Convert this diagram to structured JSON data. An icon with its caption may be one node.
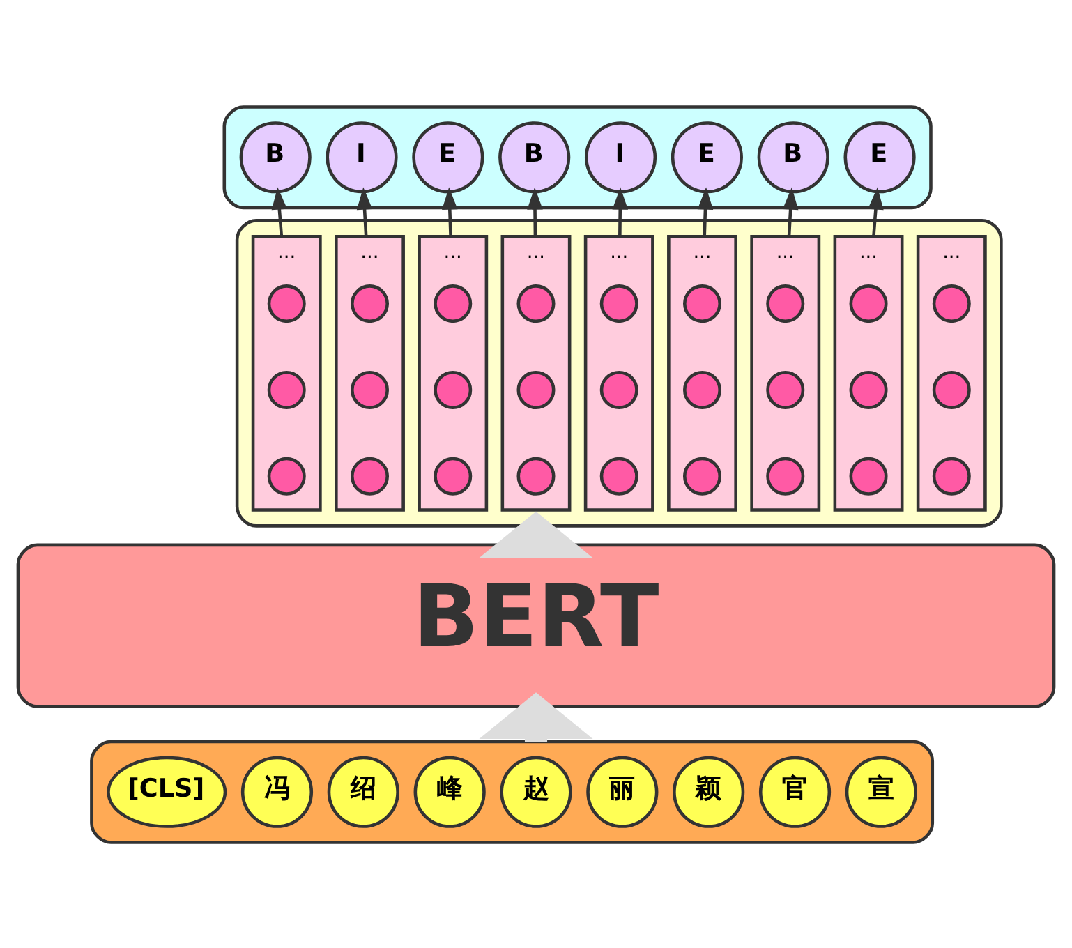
{
  "diagram": {
    "nodes": [
      {
        "text": [],
        "shape": "box"
      },
      {
        "text": [
          "B"
        ],
        "in": 0
      },
      {
        "text": [
          "I"
        ],
        "in": 0
      },
      {
        "text": [
          "E"
        ],
        "in": 0
      },
      {
        "text": [
          "B"
        ],
        "in": 0
      },
      {
        "text": [
          "I"
        ],
        "in": 0
      },
      {
        "text": [
          "E"
        ],
        "in": 0
      },
      {
        "text": [
          "B"
        ],
        "in": 0
      },
      {
        "text": [
          "E"
        ],
        "in": 0
      },
      {
        "text": [],
        "shape": "box"
      },
      {
        "text": [
          "..."
        ],
        "in": 9
      },
      {
        "text": [],
        "shape": "circle",
        "in": 10
      },
      {
        "text": [],
        "shape": "circle",
        "in": 10
      },
      {
        "text": [],
        "shape": "circle",
        "in": 10
      },
      {
        "text": [
          "..."
        ],
        "in": 9
      },
      {
        "text": [],
        "shape": "circle",
        "in": 14
      },
      {
        "text": [],
        "shape": "circle",
        "in": 14
      },
      {
        "text": [],
        "shape": "circle",
        "in": 14
      },
      {
        "text": [
          "..."
        ],
        "in": 9
      },
      {
        "text": [],
        "shape": "circle",
        "in": 18
      },
      {
        "text": [],
        "shape": "circle",
        "in": 18
      },
      {
        "text": [],
        "shape": "circle",
        "in": 18
      },
      {
        "text": [
          "..."
        ],
        "in": 9
      },
      {
        "text": [],
        "shape": "circle",
        "in": 22
      },
      {
        "text": [],
        "shape": "circle",
        "in": 22
      },
      {
        "text": [],
        "shape": "circle",
        "in": 22
      },
      {
        "text": [
          "..."
        ],
        "in": 9
      },
      {
        "text": [],
        "shape": "circle",
        "in": 26
      },
      {
        "text": [],
        "shape": "circle",
        "in": 26
      },
      {
        "text": [],
        "shape": "circle",
        "in": 26
      },
      {
        "text": [
          "..."
        ],
        "in": 9
      },
      {
        "text": [],
        "shape": "circle",
        "in": 30
      },
      {
        "text": [],
        "shape": "circle",
        "in": 30
      },
      {
        "text": [],
        "shape": "circle",
        "in": 30
      },
      {
        "text": [
          "..."
        ],
        "in": 9
      },
      {
        "text": [],
        "shape": "circle",
        "in": 34
      },
      {
        "text": [],
        "shape": "circle",
        "in": 34
      },
      {
        "text": [],
        "shape": "circle",
        "in": 34
      },
      {
        "text": [
          "..."
        ],
        "in": 9
      },
      {
        "text": [],
        "shape": "circle",
        "in": 38
      },
      {
        "text": [],
        "shape": "circle",
        "in": 38
      },
      {
        "text": [],
        "shape": "circle",
        "in": 38
      },
      {
        "text": [
          "..."
        ],
        "in": 9
      },
      {
        "text": [],
        "shape": "circle",
        "in": 42
      },
      {
        "text": [],
        "shape": "circle",
        "in": 42
      },
      {
        "text": [],
        "shape": "circle",
        "in": 42
      },
      {
        "text": [
          "BERT"
        ]
      },
      {
        "text": [],
        "shape": "box"
      },
      {
        "text": [
          "[CLS]"
        ],
        "in": 47
      },
      {
        "text": [
          "冯"
        ],
        "in": 47
      },
      {
        "text": [
          "绍"
        ],
        "in": 47
      },
      {
        "text": [
          "峰"
        ],
        "in": 47
      },
      {
        "text": [
          "赵"
        ],
        "in": 47
      },
      {
        "text": [
          "丽"
        ],
        "in": 47
      },
      {
        "text": [
          "颖"
        ],
        "in": 47
      },
      {
        "text": [
          "官"
        ],
        "in": 47
      },
      {
        "text": [
          "宣"
        ],
        "in": 47
      }
    ],
    "edges": [
      {
        "from": 14,
        "to": 1,
        "arrow": "to"
      },
      {
        "from": 18,
        "to": 2,
        "arrow": "to"
      },
      {
        "from": 22,
        "to": 3,
        "arrow": "to"
      },
      {
        "from": 26,
        "to": 4,
        "arrow": "to"
      },
      {
        "from": 30,
        "to": 5,
        "arrow": "to"
      },
      {
        "from": 34,
        "to": 6,
        "arrow": "to"
      },
      {
        "from": 38,
        "to": 7,
        "arrow": "to"
      },
      {
        "from": 42,
        "to": 8,
        "arrow": "to"
      },
      {
        "from": 47,
        "to": 46,
        "arrow": "to",
        "style": "thick",
        "color": "#dddddd"
      },
      {
        "from": 46,
        "to": 9,
        "arrow": "to",
        "style": "thick",
        "color": "#dddddd"
      }
    ]
  }
}
